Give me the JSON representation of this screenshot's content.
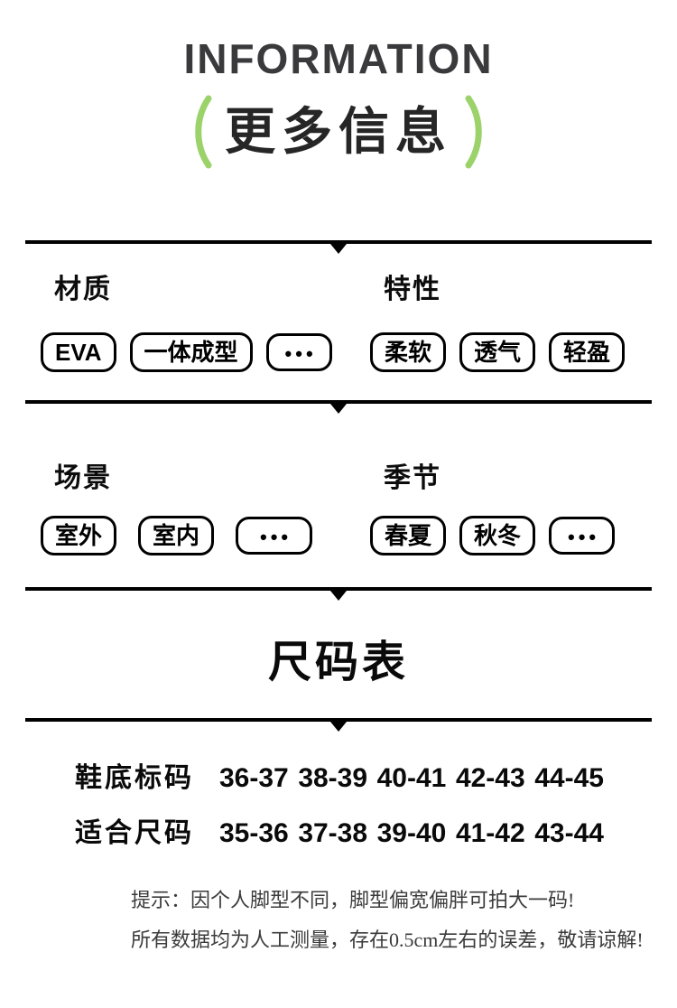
{
  "header": {
    "title": "INFORMATION",
    "subtitle": "更多信息",
    "accent_color": "#9bd36a",
    "title_color": "#3a3a3c"
  },
  "attribute_sections": [
    {
      "label": "材质",
      "tags": [
        "EVA",
        "一体成型",
        "•••"
      ]
    },
    {
      "label": "特性",
      "tags": [
        "柔软",
        "透气",
        "轻盈"
      ]
    },
    {
      "label": "场景",
      "tags": [
        "室外",
        "室内",
        "•••"
      ]
    },
    {
      "label": "季节",
      "tags": [
        "春夏",
        "秋冬",
        "•••"
      ]
    }
  ],
  "size_chart": {
    "title": "尺码表",
    "rows": [
      {
        "label": "鞋底标码",
        "values": [
          "36-37",
          "38-39",
          "40-41",
          "42-43",
          "44-45"
        ]
      },
      {
        "label": "适合尺码",
        "values": [
          "35-36",
          "37-38",
          "39-40",
          "41-42",
          "43-44"
        ]
      }
    ]
  },
  "tips": {
    "line1": "提示：因个人脚型不同，脚型偏宽偏胖可拍大一码!",
    "line2": "所有数据均为人工测量，存在0.5cm左右的误差，敬请谅解!"
  }
}
